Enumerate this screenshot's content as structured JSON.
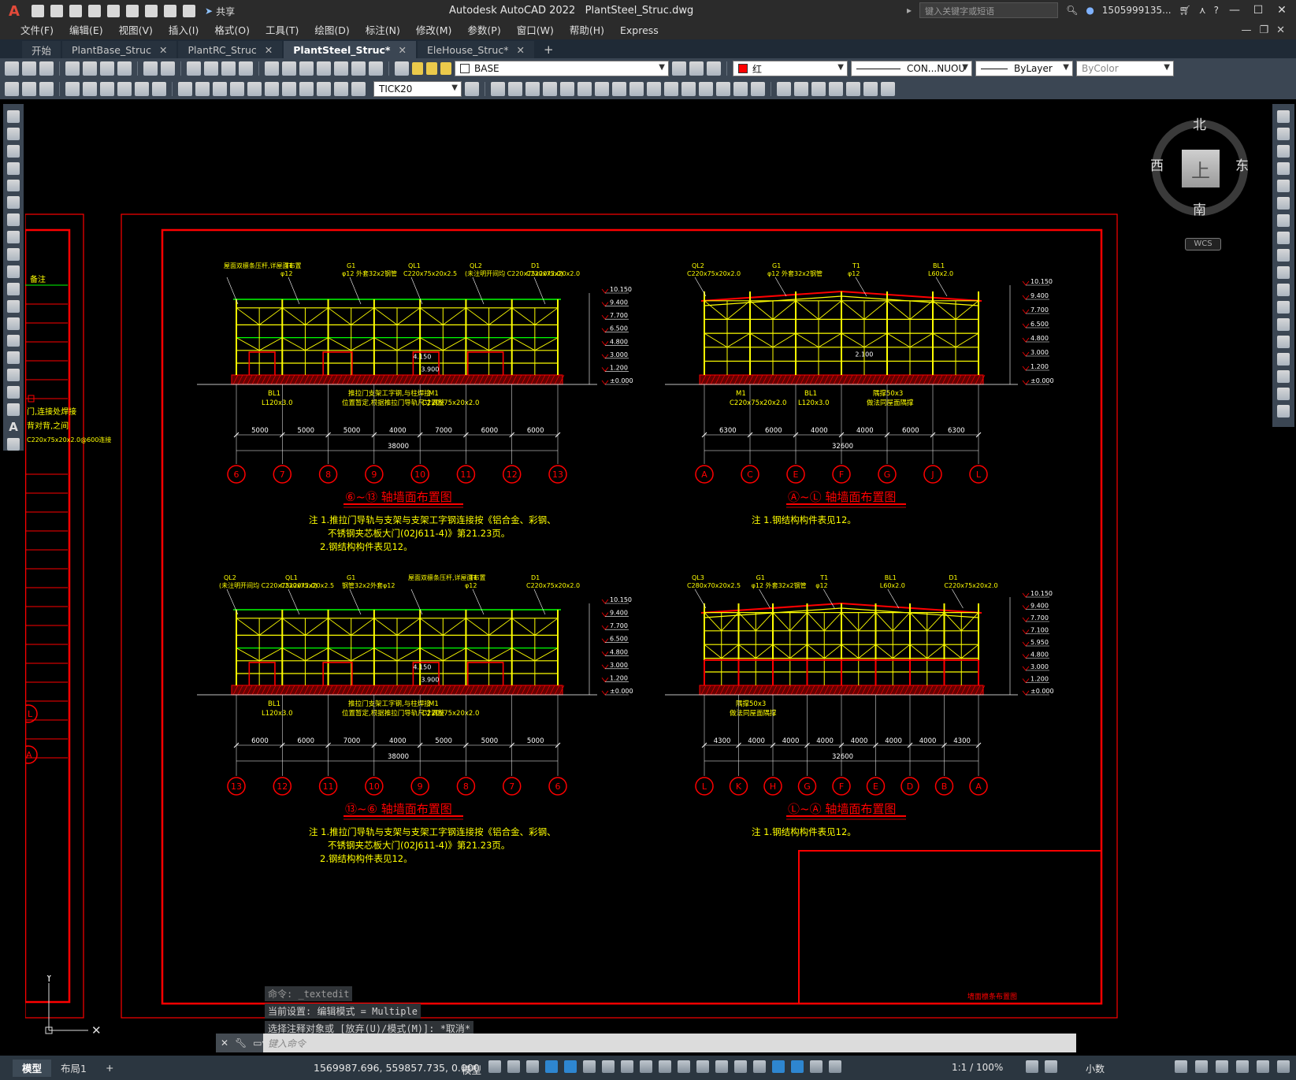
{
  "window": {
    "app_logo": "A",
    "share_label": "共享",
    "title": "Autodesk AutoCAD 2022",
    "filename": "PlantSteel_Struc.dwg",
    "search_placeholder": "键入关键字或短语",
    "user": "1505999135...",
    "win_min": "—",
    "win_max": "☐",
    "win_close": "✕"
  },
  "menu": {
    "items": [
      "文件(F)",
      "编辑(E)",
      "视图(V)",
      "插入(I)",
      "格式(O)",
      "工具(T)",
      "绘图(D)",
      "标注(N)",
      "修改(M)",
      "参数(P)",
      "窗口(W)",
      "帮助(H)",
      "Express"
    ],
    "doc_min": "—",
    "doc_restore": "❐",
    "doc_close": "✕"
  },
  "tabs": [
    {
      "label": "开始",
      "active": false,
      "closable": false
    },
    {
      "label": "PlantBase_Struc",
      "active": false,
      "closable": true
    },
    {
      "label": "PlantRC_Struc",
      "active": false,
      "closable": true
    },
    {
      "label": "PlantSteel_Struc*",
      "active": true,
      "closable": true
    },
    {
      "label": "EleHouse_Struc*",
      "active": false,
      "closable": true
    }
  ],
  "tab_close": "✕",
  "tab_add": "+",
  "toolbar": {
    "layer": "BASE",
    "color": "红",
    "color_hex": "#ff0000",
    "linetype": "CON...NUOU",
    "lineweight": "ByLayer",
    "plotstyle": "ByColor",
    "dimstyle": "TICK20"
  },
  "left_toolbar": {
    "text_tool": "A"
  },
  "viewcube": {
    "top": "上",
    "north": "北",
    "south": "南",
    "east": "东",
    "west": "西",
    "wcs": "WCS"
  },
  "drawing": {
    "elevations": [
      {
        "title": "⑥~⑬ 轴墙面布置图",
        "notes": [
          "注 1.推拉门导轨与支架与支架工字钢连接按《铝合金、彩钢、",
          "不锈钢夹芯板大门(02J611-4)》第21.23页。",
          "2.钢结构构件表见12。"
        ],
        "axes": [
          "6",
          "7",
          "8",
          "9",
          "10",
          "11",
          "12",
          "13"
        ],
        "dims": [
          "5000",
          "5000",
          "5000",
          "4000",
          "7000",
          "6000",
          "6000"
        ],
        "total": "38000",
        "levels": [
          "10.150",
          "9.400",
          "7.700",
          "6.500",
          "4.800",
          "3.000",
          "1.200",
          "±0.000"
        ],
        "callouts": [
          "屋面双檩条压杆,详屋面布置",
          "T1 φ12",
          "G1 φ12 外套32x2钢管",
          "QL1 C220x75x20x2.5",
          "QL2 (未注明开间均 C220x75x20x2.0)",
          "D1 C220x75x20x2.0"
        ],
        "bottom_callouts": [
          "BL1 L120x3.0",
          "推拉门支架工字钢,与柱焊接 位置暂定,根据推拉门导轨尺寸调整",
          "M1 C220x75x20x2.0"
        ],
        "inner_labels": [
          "4.150",
          "3.900"
        ]
      },
      {
        "title": "Ⓐ~Ⓛ 轴墙面布置图",
        "notes": [
          "注 1.钢结构构件表见12。"
        ],
        "axes": [
          "A",
          "C",
          "E",
          "F",
          "G",
          "J",
          "L"
        ],
        "dims": [
          "6300",
          "6000",
          "4000",
          "4000",
          "6000",
          "6300"
        ],
        "total": "32600",
        "levels": [
          "10.150",
          "9.400",
          "7.700",
          "6.500",
          "4.800",
          "3.000",
          "1.200",
          "±0.000"
        ],
        "callouts": [
          "QL2 C220x75x20x2.0",
          "G1 φ12 外套32x2钢管",
          "T1 φ12",
          "BL1 L60x2.0"
        ],
        "bottom_callouts": [
          "M1 C220x75x20x2.0",
          "BL1 L120x3.0",
          "隅撑50x3 做法同屋面隅撑"
        ],
        "inner_labels": [
          "2.100"
        ]
      },
      {
        "title": "⑬~⑥ 轴墙面布置图",
        "notes": [
          "注 1.推拉门导轨与支架与支架工字钢连接按《铝合金、彩钢、",
          "不锈钢夹芯板大门(02J611-4)》第21.23页。",
          "2.钢结构构件表见12。"
        ],
        "axes": [
          "13",
          "12",
          "11",
          "10",
          "9",
          "8",
          "7",
          "6"
        ],
        "dims": [
          "6000",
          "6000",
          "7000",
          "4000",
          "5000",
          "5000",
          "5000"
        ],
        "total": "38000",
        "levels": [
          "10.150",
          "9.400",
          "7.700",
          "6.500",
          "4.800",
          "3.000",
          "1.200",
          "±0.000"
        ],
        "callouts": [
          "QL2 (未注明开间均 C220x75x20x2.0)",
          "QL1 C220x75x20x2.5",
          "G1 钢管32x2外套φ12",
          "屋面双檩条压杆,详屋面布置",
          "T1 φ12",
          "D1 C220x75x20x2.0"
        ],
        "bottom_callouts": [
          "BL1 L120x3.0",
          "推拉门支架工字钢,与柱焊接 位置暂定,根据推拉门导轨尺寸调整",
          "M1 C220x75x20x2.0"
        ],
        "inner_labels": [
          "4.150",
          "3.900"
        ]
      },
      {
        "title": "Ⓛ~Ⓐ 轴墙面布置图",
        "notes": [
          "注 1.钢结构构件表见12。"
        ],
        "axes": [
          "L",
          "K",
          "H",
          "G",
          "F",
          "E",
          "D",
          "B",
          "A"
        ],
        "dims": [
          "4300",
          "4000",
          "4000",
          "4000",
          "4000",
          "4000",
          "4000",
          "4300"
        ],
        "total": "32600",
        "levels": [
          "10.150",
          "9.400",
          "7.700",
          "7.100",
          "5.950",
          "4.800",
          "3.000",
          "1.200",
          "±0.000"
        ],
        "callouts": [
          "QL3 C280x70x20x2.5",
          "G1 φ12 外套32x2钢管",
          "T1 φ12",
          "BL1 L60x2.0",
          "D1 C220x75x20x2.0"
        ],
        "bottom_callouts": [
          "隅撑50x3 做法同屋面隅撑"
        ],
        "inner_labels": []
      }
    ],
    "left_sheet_labels": [
      "备注",
      "门,连接处焊接",
      "背对背,之间",
      "C220x75x20x2.0@600连接"
    ],
    "left_axis_bubbles": [
      "L",
      "A"
    ],
    "title_block_text": "墙面檩条布置图"
  },
  "command": {
    "history": [
      "命令: _textedit",
      "当前设置: 编辑模式 = Multiple",
      "选择注释对象或 [放弃(U)/模式(M)]: *取消*"
    ],
    "placeholder": "键入命令"
  },
  "status": {
    "layout_tabs": [
      "模型",
      "布局1"
    ],
    "add_layout": "+",
    "coords": "1569987.696, 559857.735, 0.000",
    "model": "模型",
    "scale": "1:1 / 100%",
    "units": "小数"
  }
}
